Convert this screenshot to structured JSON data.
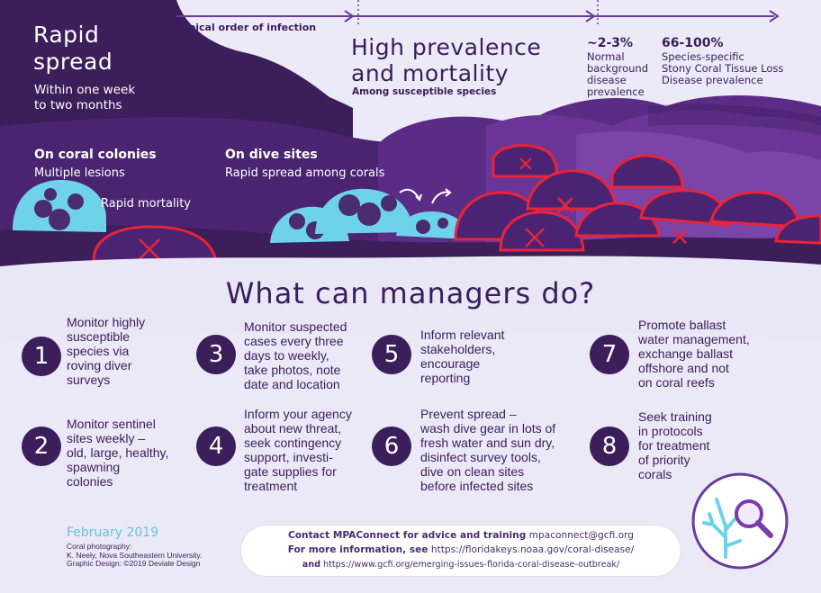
{
  "header": {
    "order_label": "Typical order of infection",
    "rapid_title_line1": "Rapid",
    "rapid_title_line2": "spread",
    "rapid_sub_line1": "Within one week",
    "rapid_sub_line2": "to two months",
    "high_title_line1": "High prevalence",
    "high_title_line2": "and mortality",
    "high_sub": "Among susceptible species",
    "stat1_value": "~2-3%",
    "stat1_line1": "Normal",
    "stat1_line2": "background",
    "stat1_line3": "disease",
    "stat1_line4": "prevalence",
    "stat2_value": "66-100%",
    "stat2_line1": "Species-specific",
    "stat2_line2": "Stony Coral Tissue Loss",
    "stat2_line3": "Disease prevalence"
  },
  "scene": {
    "colonies_title": "On coral colonies",
    "colonies_sub": "Multiple lesions",
    "mortality_label": "Rapid mortality",
    "dive_title": "On dive sites",
    "dive_sub": "Rapid spread among corals"
  },
  "managers": {
    "title": "What can managers do?",
    "steps": [
      {
        "num": "1",
        "lines": [
          "Monitor highly",
          "susceptible",
          "species via",
          "roving diver",
          "surveys"
        ]
      },
      {
        "num": "2",
        "lines": [
          "Monitor sentinel",
          "sites weekly –",
          "old, large, healthy,",
          "spawning",
          "colonies"
        ]
      },
      {
        "num": "3",
        "lines": [
          "Monitor suspected",
          "cases every three",
          "days to weekly,",
          "take photos, note",
          "date and location"
        ]
      },
      {
        "num": "4",
        "lines": [
          "Inform your agency",
          "about new threat,",
          "seek contingency",
          "support, investi-",
          "gate supplies for",
          "treatment"
        ]
      },
      {
        "num": "5",
        "lines": [
          "Inform relevant",
          "stakeholders,",
          "encourage",
          "reporting"
        ]
      },
      {
        "num": "6",
        "lines": [
          "Prevent spread –",
          "wash dive gear in lots of",
          "fresh water and sun dry,",
          "disinfect survey tools,",
          "dive on clean sites",
          "before infected sites"
        ]
      },
      {
        "num": "7",
        "lines": [
          "Promote ballast",
          "water management,",
          "exchange ballast",
          "offshore and not",
          "on coral reefs"
        ]
      },
      {
        "num": "8",
        "lines": [
          "Seek training",
          "in protocols",
          "for treatment",
          "of priority",
          "corals"
        ]
      }
    ]
  },
  "footer": {
    "date": "February 2019",
    "credit1": "Coral photography:",
    "credit2": "K. Neely, Nova Southeastern University.",
    "credit3": "Graphic Design: ©2019 Deviate Design",
    "contact_bold": "Contact MPAConnect for advice and training",
    "contact_email": "mpaconnect@gcfi.org",
    "info_bold": "For more information, see",
    "info_url1": "https://floridakeys.noaa.gov/coral-disease/",
    "and_bold": "and",
    "info_url2": "https://www.gcfi.org/emerging-issues-florida-coral-disease-outbreak/"
  },
  "icons": {
    "badge": "coral-magnifier-icon"
  },
  "colors": {
    "dark_purple": "#3b1e5a",
    "mid_purple": "#5a2c86",
    "light_purple": "#c7b8e3",
    "coral_blue": "#6ed2ea",
    "infected_red": "#e8233a",
    "magnifier": "#7a3aa8"
  }
}
